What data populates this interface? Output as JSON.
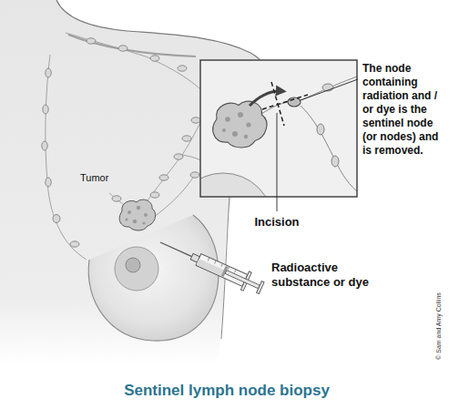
{
  "diagram": {
    "caption": "Sentinel lymph node biopsy",
    "labels": [
      "Tumor",
      "The node containing radiation and / or dye is the sentinel node (or nodes) and is removed.",
      "Incision",
      "Radioactive substance or dye",
      "© Sam and Amy Collins"
    ]
  }
}
